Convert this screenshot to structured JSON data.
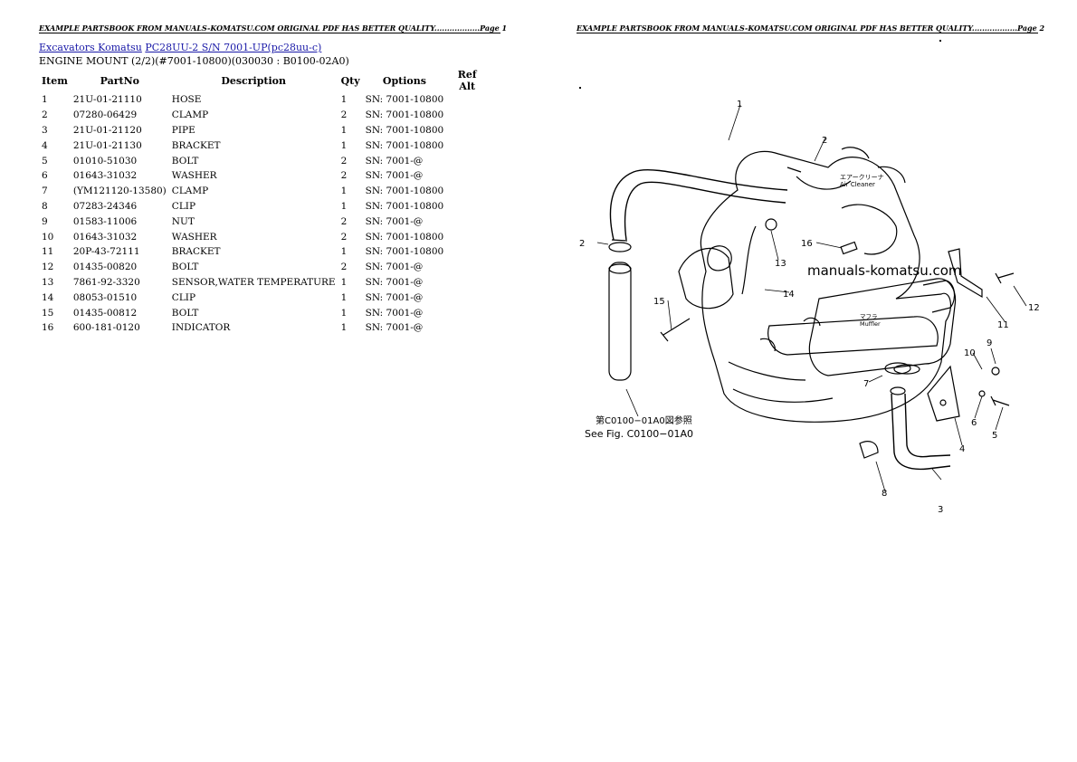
{
  "headers": {
    "page1": "EXAMPLE PARTSBOOK FROM MANUALS-KOMATSU.COM ORIGINAL PDF HAS BETTER QUALITY..................Page 1",
    "page2": "EXAMPLE PARTSBOOK FROM MANUALS-KOMATSU.COM ORIGINAL PDF HAS BETTER QUALITY..................Page 2"
  },
  "breadcrumb": {
    "link1": "Excavators Komatsu",
    "link2": "PC28UU-2 S/N 7001-UP(pc28uu-c)"
  },
  "subtitle": "ENGINE MOUNT (2/2)(#7001-10800)(030030 : B0100-02A0)",
  "table": {
    "columns": [
      "Item",
      "PartNo",
      "Description",
      "Qty",
      "Options",
      "Ref Alt"
    ],
    "rows": [
      [
        "1",
        "21U-01-21110",
        "HOSE",
        "1",
        "SN: 7001-10800"
      ],
      [
        "2",
        "07280-06429",
        "CLAMP",
        "2",
        "SN: 7001-10800"
      ],
      [
        "3",
        "21U-01-21120",
        "PIPE",
        "1",
        "SN: 7001-10800"
      ],
      [
        "4",
        "21U-01-21130",
        "BRACKET",
        "1",
        "SN: 7001-10800"
      ],
      [
        "5",
        "01010-51030",
        "BOLT",
        "2",
        "SN: 7001-@"
      ],
      [
        "6",
        "01643-31032",
        "WASHER",
        "2",
        "SN: 7001-@"
      ],
      [
        "7",
        "(YM121120-13580)",
        "CLAMP",
        "1",
        "SN: 7001-10800"
      ],
      [
        "8",
        "07283-24346",
        "CLIP",
        "1",
        "SN: 7001-10800"
      ],
      [
        "9",
        "01583-11006",
        "NUT",
        "2",
        "SN: 7001-@"
      ],
      [
        "10",
        "01643-31032",
        "WASHER",
        "2",
        "SN: 7001-10800"
      ],
      [
        "11",
        "20P-43-72111",
        "BRACKET",
        "1",
        "SN: 7001-10800"
      ],
      [
        "12",
        "01435-00820",
        "BOLT",
        "2",
        "SN: 7001-@"
      ],
      [
        "13",
        "7861-92-3320",
        "SENSOR,WATER TEMPERATURE",
        "1",
        "SN: 7001-@"
      ],
      [
        "14",
        "08053-01510",
        "CLIP",
        "1",
        "SN: 7001-@"
      ],
      [
        "15",
        "01435-00812",
        "BOLT",
        "1",
        "SN: 7001-@"
      ],
      [
        "16",
        "600-181-0120",
        "INDICATOR",
        "1",
        "SN: 7001-@"
      ]
    ]
  },
  "diagram": {
    "watermark": "manuals-komatsu.com",
    "air_cleaner_jp": "エアークリーナ",
    "air_cleaner": "Air Cleaner",
    "muffler_jp": "マフラ",
    "muffler": "Muffler",
    "ref_jp": "第C0100−01A0図参照",
    "ref_en": "See Fig. C0100−01A0",
    "callouts": [
      "1",
      "2",
      "2",
      "3",
      "4",
      "5",
      "6",
      "7",
      "8",
      "9",
      "10",
      "11",
      "12",
      "13",
      "14",
      "15",
      "16"
    ]
  }
}
